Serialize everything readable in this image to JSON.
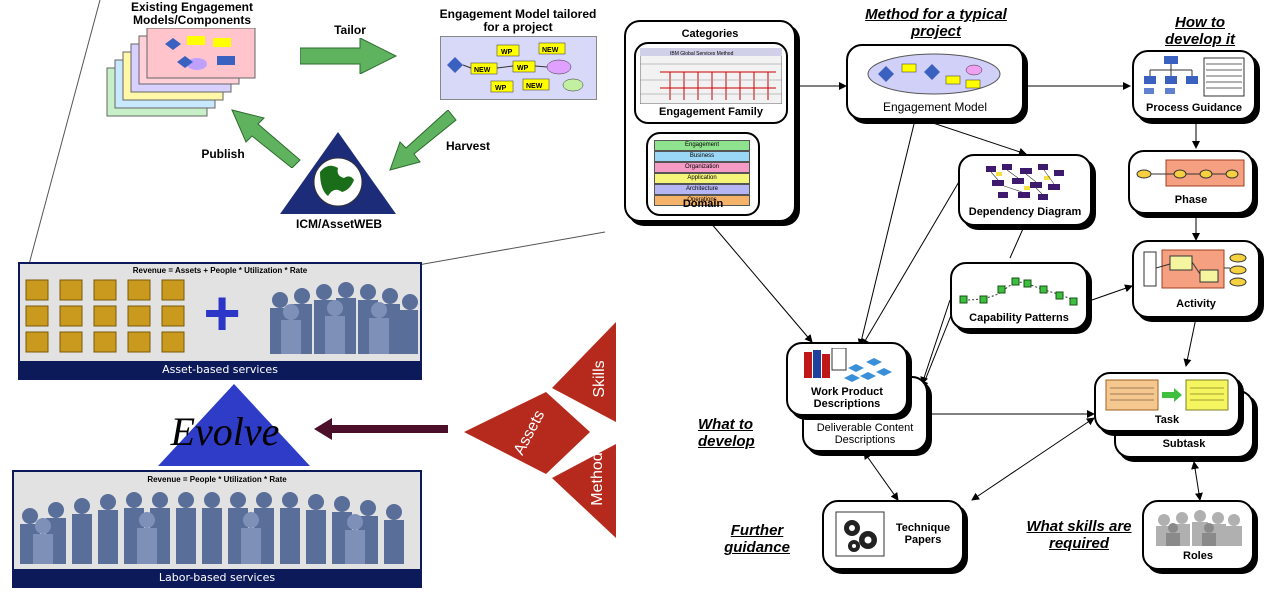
{
  "top_left": {
    "existing_models": "Existing Engagement Models/Components",
    "tailor": "Tailor",
    "engagement_tailored": "Engagement Model tailored for a project",
    "publish": "Publish",
    "harvest": "Harvest",
    "asset_web": "ICM/AssetWEB",
    "chip_wp": "WP",
    "chip_new": "NEW"
  },
  "asset_panel": {
    "formula": "Revenue = Assets + People * Utilization * Rate",
    "plus": "+",
    "band": "Asset-based services"
  },
  "evolve": "Evolve",
  "labor_panel": {
    "formula": "Revenue = People * Utilization * Rate",
    "band": "Labor-based services"
  },
  "triangle": {
    "skills": "Skills",
    "assets": "Assets",
    "methods": "Methods"
  },
  "diagram": {
    "categories": "Categories",
    "engagement_family": "Engagement Family",
    "ibm_method": "IBM Global Services Method",
    "domain": "Domain",
    "domain_layers": [
      "Engagement",
      "Business",
      "Organization",
      "Application",
      "Architecture",
      "Operations"
    ],
    "domain_colors": [
      "#8fe38f",
      "#9ad6f5",
      "#f59bc5",
      "#f5f57a",
      "#b6b6f5",
      "#f5b36a"
    ],
    "method_heading": "Method for a typical project",
    "engagement_model": "Engagement Model",
    "how_heading": "How to develop it",
    "process_guidance": "Process Guidance",
    "dependency_diagram": "Dependency Diagram",
    "phase": "Phase",
    "capability_patterns": "Capability Patterns",
    "activity": "Activity",
    "work_product": "Work Product Descriptions",
    "deliverable": "Deliverable Content Descriptions",
    "what_develop": "What to develop",
    "task": "Task",
    "subtask": "Subtask",
    "further": "Further guidance",
    "technique": "Technique Papers",
    "what_skills": "What skills are required",
    "roles": "Roles"
  },
  "colors": {
    "green_arrow": "#5fb35f",
    "navy_band": "#0d1a5a",
    "gold_cube": "#c99a1e",
    "red_triangle": "#b52a1c",
    "evolve_blue": "#2f3cc8"
  }
}
